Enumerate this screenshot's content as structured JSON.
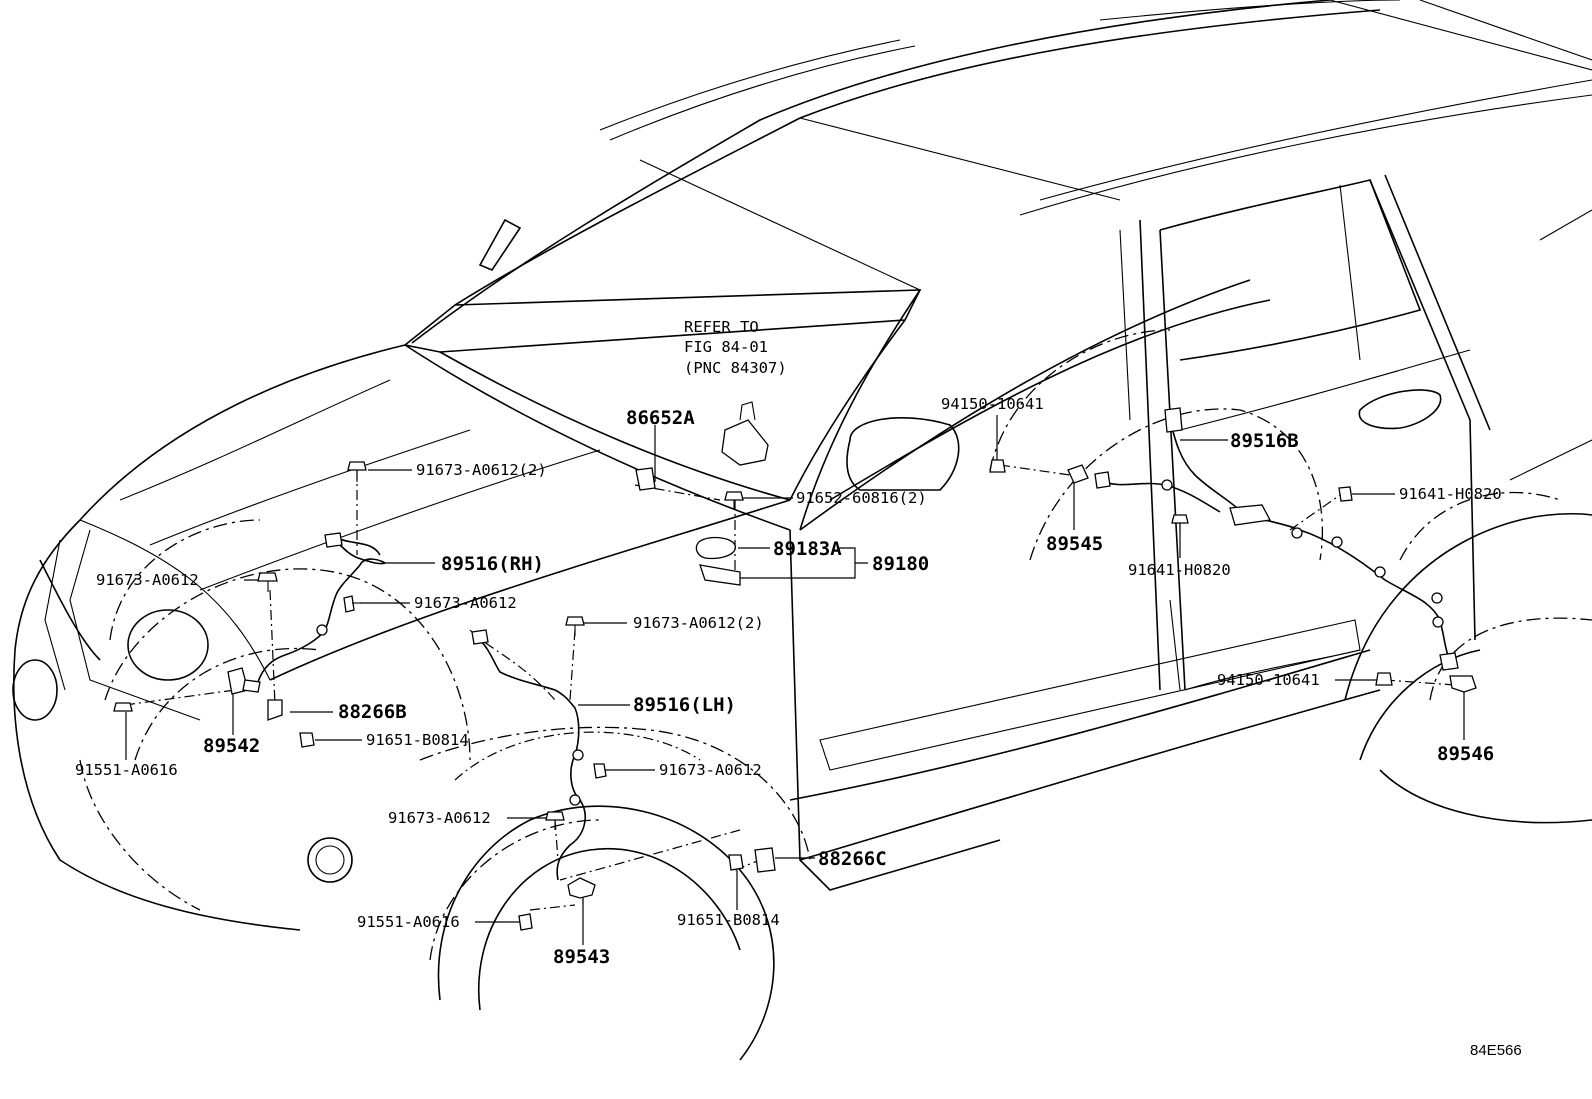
{
  "diagram": {
    "note": [
      "REFER TO",
      "FIG 84-01",
      "(PNC 84307)"
    ],
    "labels": {
      "p86652A": "86652A",
      "p91673_top": "91673-A0612(2)",
      "p91652": "91652-60816(2)",
      "p89516RH": "89516(RH)",
      "p89183A": "89183A",
      "p89180": "89180",
      "p91673_left": "91673-A0612",
      "p91673_mid": "91673-A0612",
      "p91673_lh2": "91673-A0612(2)",
      "p88266B": "88266B",
      "p89542": "89542",
      "p91651_left": "91651-B0814",
      "p91551_left": "91551-A0616",
      "p89516LH": "89516(LH)",
      "p91673_lh1": "91673-A0612",
      "p91673_lh3": "91673-A0612",
      "p88266C": "88266C",
      "p91551_lh": "91551-A0616",
      "p91651_lh": "91651-B0814",
      "p89543": "89543",
      "p94150_top": "94150-10641",
      "p89516B": "89516B",
      "p89545": "89545",
      "p91641_top": "91641-H0820",
      "p91641_mid": "91641-H0820",
      "p94150_low": "94150-10641",
      "p89546": "89546"
    },
    "figure_code": "84E566"
  }
}
